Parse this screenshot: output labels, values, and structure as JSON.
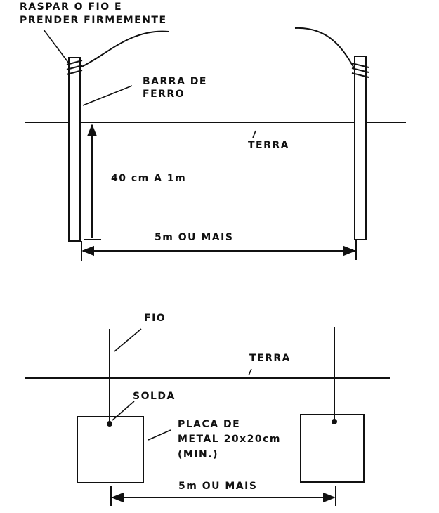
{
  "top": {
    "note_line1": "RASPAR O FIO E",
    "note_line2": "PRENDER FIRMEMENTE",
    "rod_label_line1": "BARRA DE",
    "rod_label_line2": "FERRO",
    "ground_label": "TERRA",
    "depth_label": "40 cm A 1m",
    "spacing_label": "5m OU MAIS"
  },
  "bottom": {
    "wire_label": "FIO",
    "ground_label": "TERRA",
    "solder_label": "SOLDA",
    "plate_label_line1": "PLACA DE",
    "plate_label_line2": "METAL 20x20cm",
    "plate_label_line3": "(MIN.)",
    "spacing_label": "5m OU MAIS"
  },
  "colors": {
    "ink": "#111111",
    "paper": "#ffffff"
  }
}
